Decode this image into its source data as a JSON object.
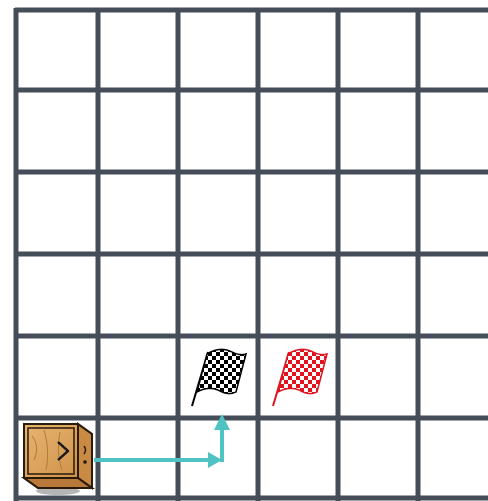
{
  "board": {
    "columns": 6,
    "rows": 6,
    "grid_color": "#454d59",
    "background": "#ffffff"
  },
  "robot": {
    "icon": "wooden-crate-robot-icon",
    "facing": "right",
    "column": 1,
    "row": 6
  },
  "path": {
    "icon": "path-arrow-icon",
    "color": "#4fc3c3",
    "steps": [
      "right",
      "right",
      "up"
    ]
  },
  "flags": [
    {
      "icon": "black-checkered-flag-icon",
      "color": "#000000",
      "column": 3,
      "row": 5
    },
    {
      "icon": "red-checkered-flag-icon",
      "color": "#e0141e",
      "column": 4,
      "row": 5
    }
  ]
}
